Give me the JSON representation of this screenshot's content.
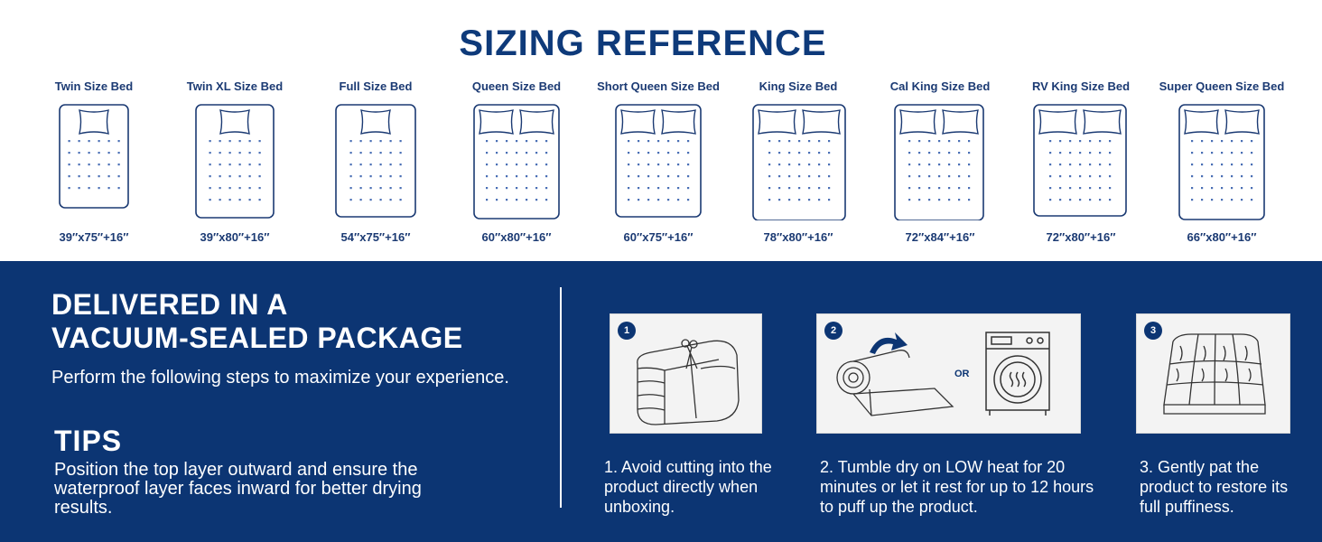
{
  "sizing": {
    "title": "SIZING REFERENCE",
    "beds": [
      {
        "name": "Twin Size Bed",
        "dims": "39″x75″+16″"
      },
      {
        "name": "Twin XL Size Bed",
        "dims": "39″x80″+16″"
      },
      {
        "name": "Full Size Bed",
        "dims": "54″x75″+16″"
      },
      {
        "name": "Queen Size Bed",
        "dims": "60″x80″+16″"
      },
      {
        "name": "Short Queen Size Bed",
        "dims": "60″x75″+16″"
      },
      {
        "name": "King Size Bed",
        "dims": "78″x80″+16″"
      },
      {
        "name": "Cal King Size Bed",
        "dims": "72″x84″+16″"
      },
      {
        "name": "RV King Size Bed",
        "dims": "72″x80″+16″"
      },
      {
        "name": "Super Queen Size Bed",
        "dims": "66″x80″+16″"
      }
    ]
  },
  "delivery": {
    "heading_line1": "DELIVERED IN A",
    "heading_line2": "VACUUM-SEALED PACKAGE",
    "intro": "Perform the following steps to maximize your experience.",
    "tips_heading": "TIPS",
    "tips_text": "Position the top layer outward and ensure the waterproof layer faces inward for better drying results."
  },
  "steps": [
    {
      "number": "1",
      "text": "1. Avoid cutting into the product directly when unboxing."
    },
    {
      "number": "2",
      "text": "2. Tumble dry on LOW heat for 20 minutes or let it rest for up to 12 hours to puff up the product.",
      "or_label": "OR"
    },
    {
      "number": "3",
      "text": "3. Gently pat the product to restore its full puffiness."
    }
  ],
  "colors": {
    "navy": "#0c3573",
    "bed_stroke": "#1b3a73",
    "dot": "#4a6fb5"
  },
  "icons": [
    "pillow-icon",
    "scissors-icon",
    "rolled-topper-icon",
    "washing-machine-icon",
    "quilted-topper-icon"
  ]
}
